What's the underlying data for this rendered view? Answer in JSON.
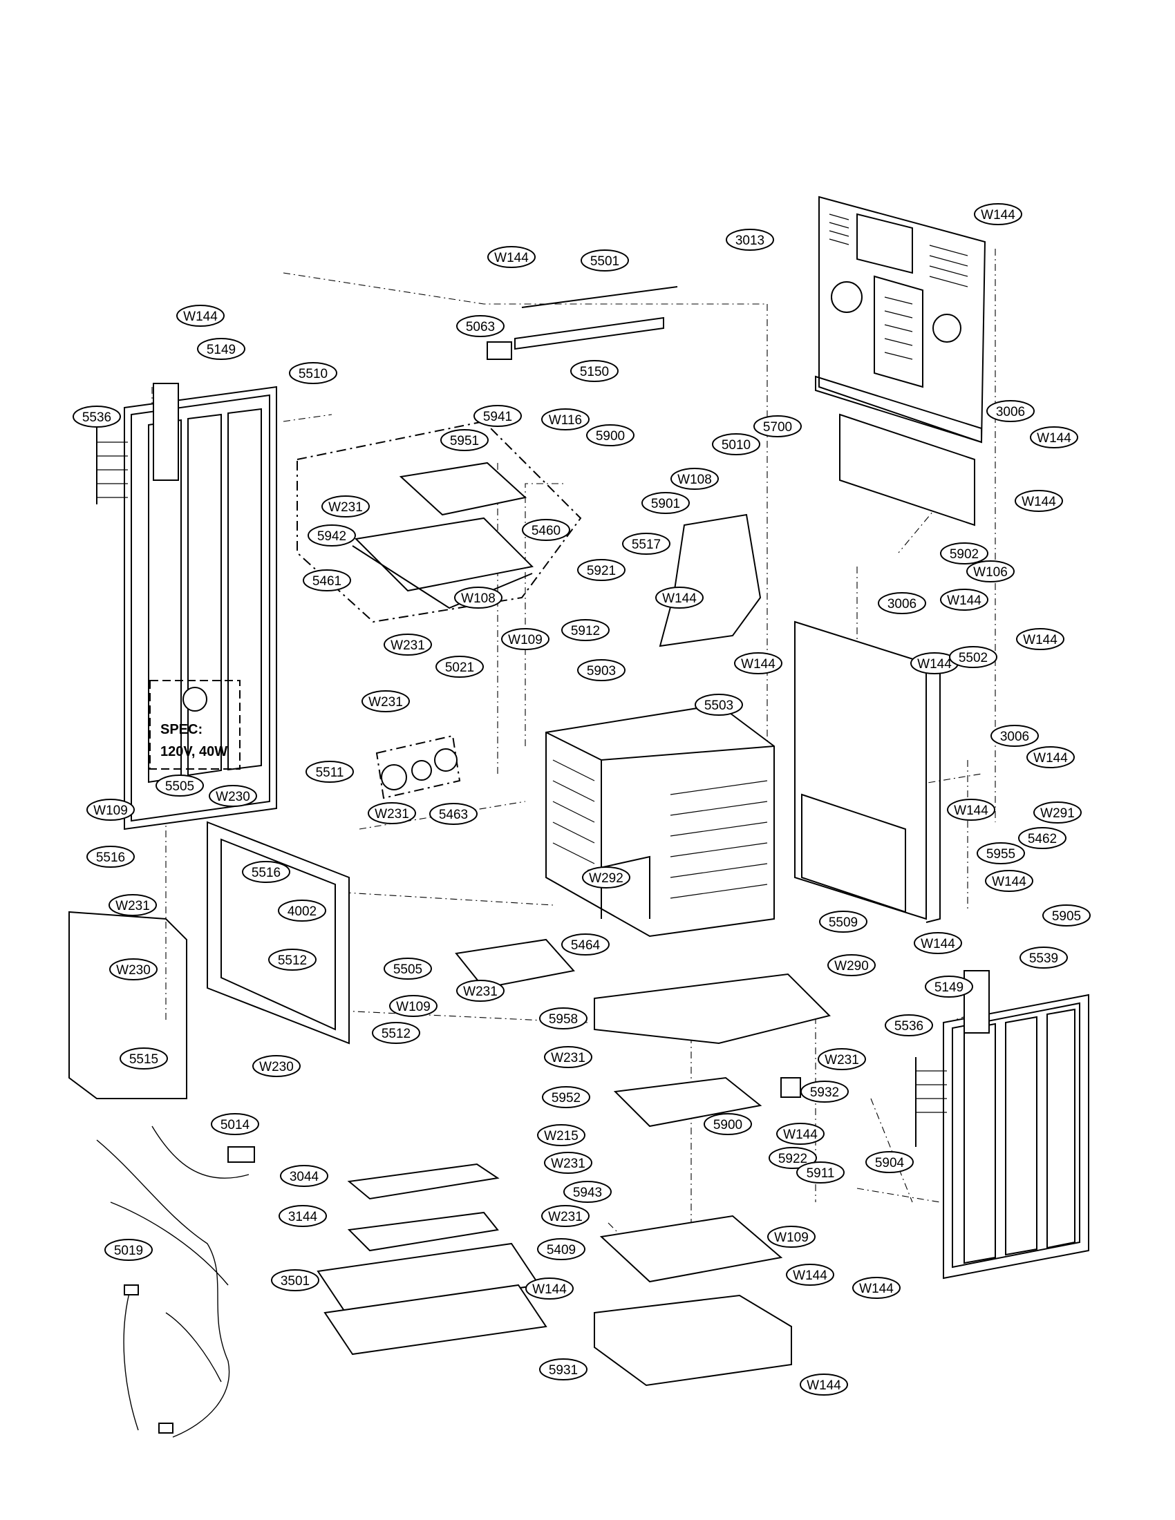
{
  "spec_box": {
    "line1": "SPEC:",
    "line2": "120V, 40W"
  },
  "callouts": [
    "W144",
    "5501",
    "5063",
    "5150",
    "3013",
    "W144",
    "W144",
    "5149",
    "5510",
    "5536",
    "5941",
    "5951",
    "W116",
    "5900",
    "5010",
    "W108",
    "5901",
    "5700",
    "3006",
    "W144",
    "W144",
    "W231",
    "5942",
    "5460",
    "5461",
    "W108",
    "5921",
    "5517",
    "W144",
    "5902",
    "W106",
    "W109",
    "5912",
    "W231",
    "5903",
    "3006",
    "W144",
    "W144",
    "W144",
    "5502",
    "5021",
    "W144",
    "5503",
    "W231",
    "5511",
    "W231",
    "5463",
    "3006",
    "W144",
    "5505",
    "W230",
    "W109",
    "5516",
    "W144",
    "W291",
    "5462",
    "5955",
    "5516",
    "W292",
    "4002",
    "W231",
    "W144",
    "5905",
    "5509",
    "5512",
    "5505",
    "5464",
    "W144",
    "5539",
    "W290",
    "W230",
    "W231",
    "W109",
    "5149",
    "5958",
    "5536",
    "5512",
    "5515",
    "W230",
    "W231",
    "W231",
    "5952",
    "5932",
    "5014",
    "W215",
    "5900",
    "W144",
    "5922",
    "5911",
    "5904",
    "3044",
    "W231",
    "5943",
    "3144",
    "W109",
    "W231",
    "5409",
    "5019",
    "3501",
    "W144",
    "W144",
    "W144",
    "5931",
    "W144"
  ]
}
